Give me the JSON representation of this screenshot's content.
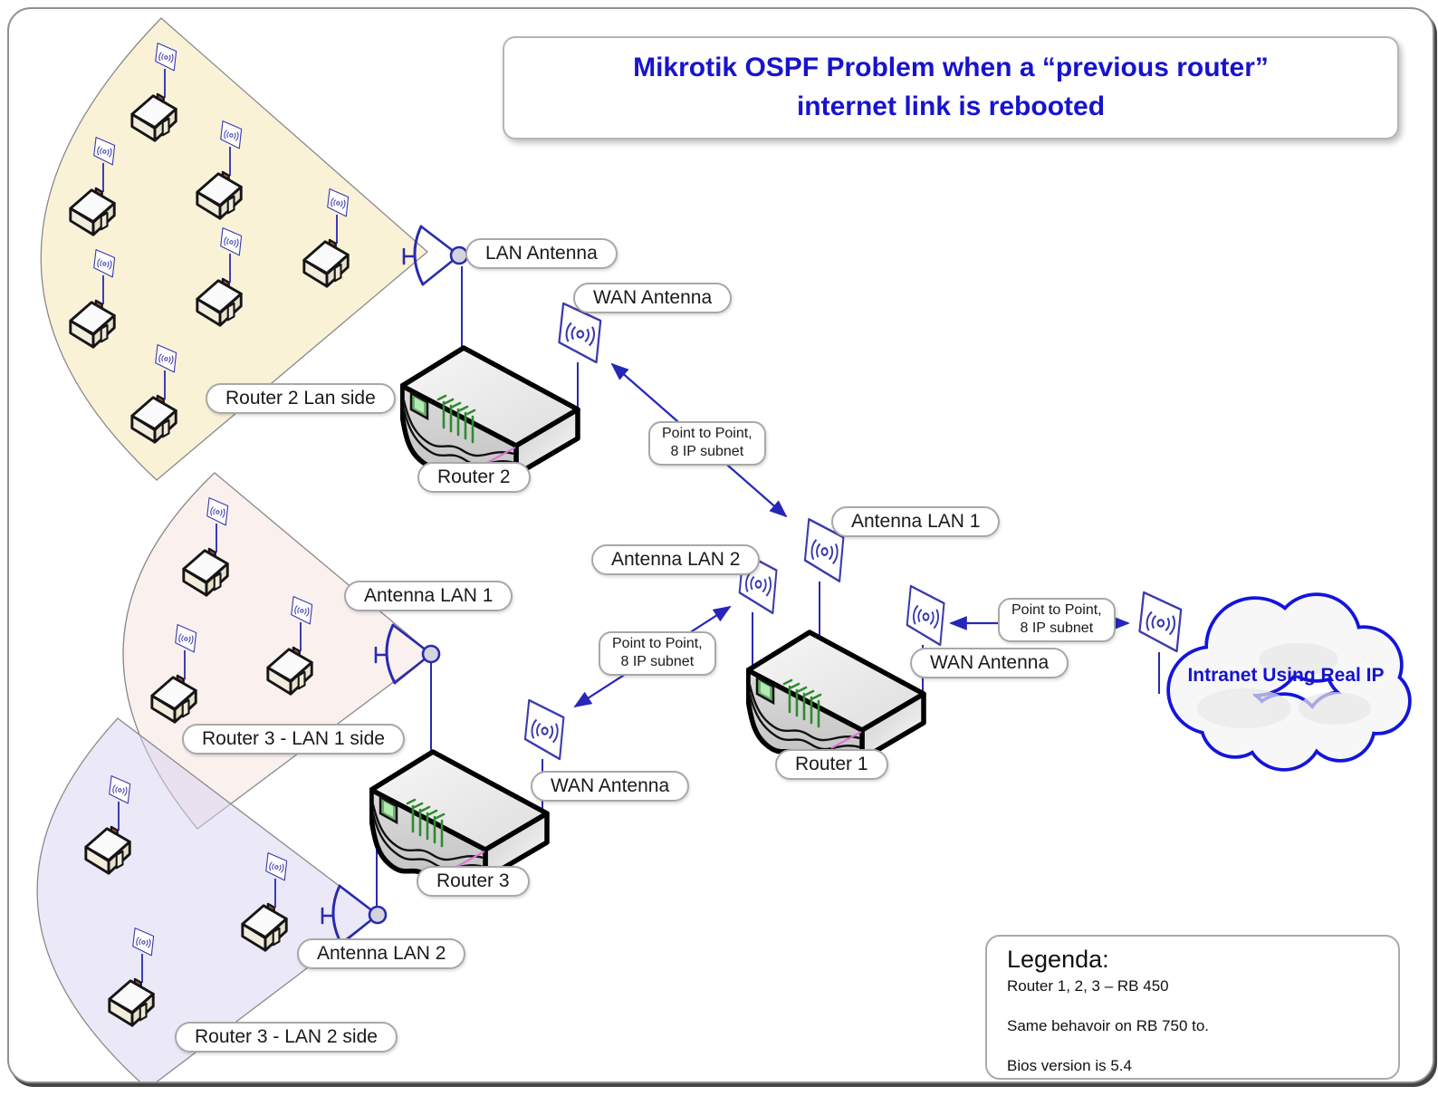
{
  "title": {
    "line1": "Mikrotik OSPF Problem when a “previous router”",
    "line2": "internet link is rebooted"
  },
  "nodes": {
    "router1_label": "Router 1",
    "router2_label": "Router 2",
    "router3_label": "Router 3",
    "router2_lan_antenna": "LAN Antenna",
    "router2_wan_antenna": "WAN Antenna",
    "router2_lan_side": "Router 2 Lan side",
    "router1_antenna_lan1": "Antenna LAN 1",
    "router1_antenna_lan2": "Antenna LAN 2",
    "router1_wan_antenna": "WAN Antenna",
    "router3_antenna_lan1": "Antenna LAN 1",
    "router3_antenna_lan2": "Antenna LAN 2",
    "router3_wan_antenna": "WAN Antenna",
    "router3_lan1_side": "Router 3 - LAN 1 side",
    "router3_lan2_side": "Router 3 - LAN 2 side"
  },
  "links": {
    "r2_to_r1": {
      "line1": "Point to Point,",
      "line2": "8 IP subnet"
    },
    "r3_to_r1": {
      "line1": "Point to Point,",
      "line2": "8 IP subnet"
    },
    "r1_to_intranet": {
      "line1": "Point to Point,",
      "line2": "8 IP subnet"
    }
  },
  "cloud": {
    "label": "Intranet Using Real IP"
  },
  "legend": {
    "heading": "Legenda:",
    "line1": "Router 1, 2, 3 – RB 450",
    "line2": "Same behavoir on RB 750 to.",
    "line3": "Bios version is 5.4"
  },
  "colors": {
    "title_text": "#1713cd",
    "cloud_text": "#1713cd",
    "cloud_border": "#1414dd",
    "diagram_blue": "#3a3aae",
    "arrow_blue": "#2626b8",
    "sector_router2_lan": "#f8f1da",
    "sector_router3_lan1": "#f6ebe8",
    "sector_router3_lan2": "#e9e6f4"
  }
}
